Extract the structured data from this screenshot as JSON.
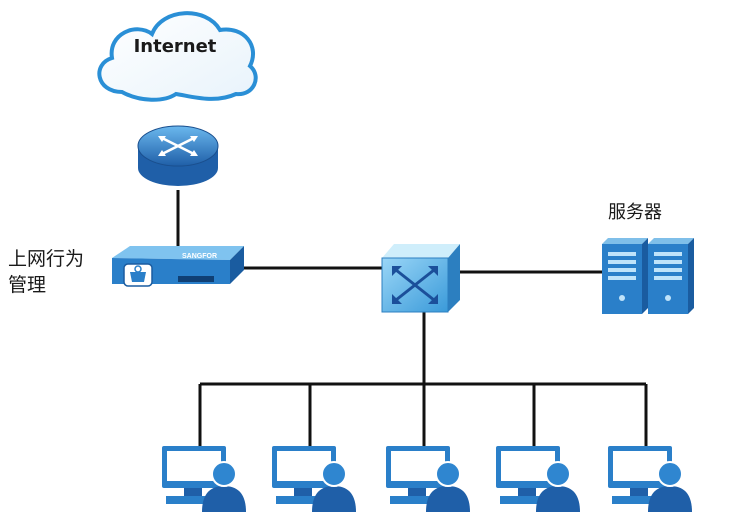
{
  "labels": {
    "internet": "Internet",
    "behavior_mgmt": "上网行为管理",
    "server": "服务器",
    "device_brand": "SANGFOR"
  },
  "colors": {
    "blue_dark": "#1f5fa8",
    "blue_mid": "#2f86d0",
    "blue_light": "#5eaee8",
    "cloud_stroke": "#2a8fd6",
    "line": "#111111"
  },
  "icons": {
    "cloud": "cloud-icon",
    "router": "router-icon",
    "firewall": "behavior-management-device-icon",
    "switch": "switch-icon",
    "server": "server-icon",
    "client": "user-computer-icon"
  },
  "client_count": 5
}
